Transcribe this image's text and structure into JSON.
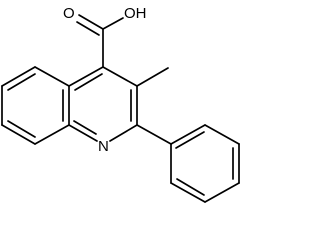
{
  "molecule": {
    "labels": {
      "hydroxyl": "OH",
      "carbonyl_oxygen": "O",
      "ring_nitrogen": "N"
    },
    "colors": {
      "bond": "#000000",
      "text": "#000000",
      "background": "#ffffff"
    }
  }
}
